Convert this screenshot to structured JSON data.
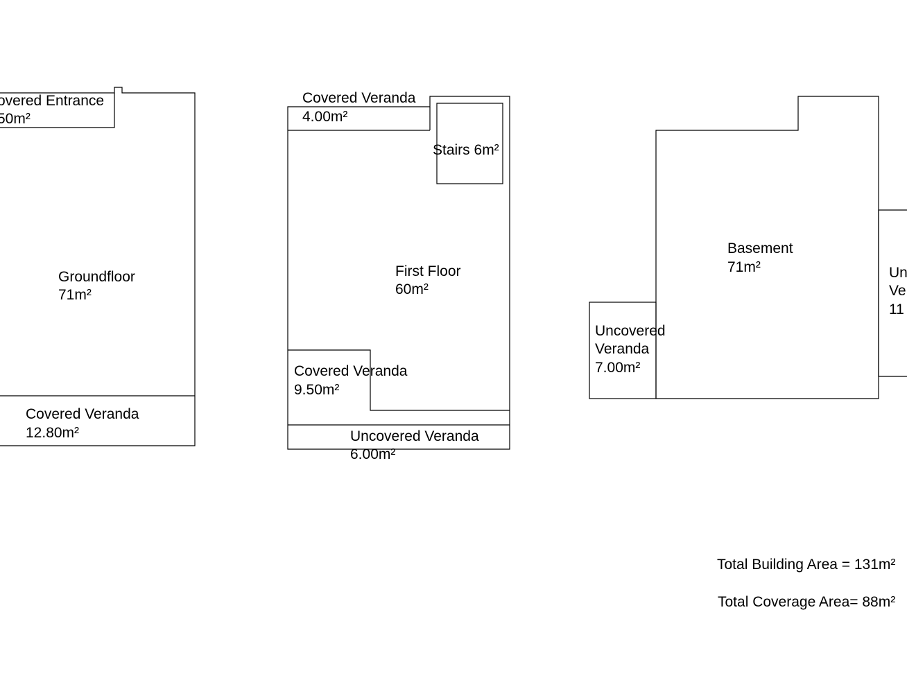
{
  "plans": {
    "groundfloor": {
      "covered_entrance": {
        "name": "overed Entrance",
        "area": "50m²"
      },
      "main": {
        "name": "Groundfloor",
        "area": "71m²"
      },
      "covered_veranda": {
        "name": "Covered Veranda",
        "area": "12.80m²"
      }
    },
    "first_floor": {
      "covered_veranda_top": {
        "name": "Covered Veranda",
        "area": "4.00m²"
      },
      "stairs": {
        "name": "Stairs 6m²"
      },
      "main": {
        "name": "First Floor",
        "area": "60m²"
      },
      "covered_veranda_bottom": {
        "name": "Covered Veranda",
        "area": "9.50m²"
      },
      "uncovered_veranda": {
        "name": "Uncovered Veranda",
        "area": "6.00m²"
      }
    },
    "basement": {
      "main": {
        "name": "Basement",
        "area": "71m²"
      },
      "uncovered_veranda_left": {
        "line1": "Uncovered",
        "line2": "Veranda",
        "area": "7.00m²"
      },
      "uncovered_veranda_right": {
        "line1": "Un",
        "line2": "Ve",
        "area": "11"
      }
    }
  },
  "totals": {
    "building_area": "Total Building Area = 131m²",
    "coverage_area": "Total Coverage Area= 88m²"
  }
}
